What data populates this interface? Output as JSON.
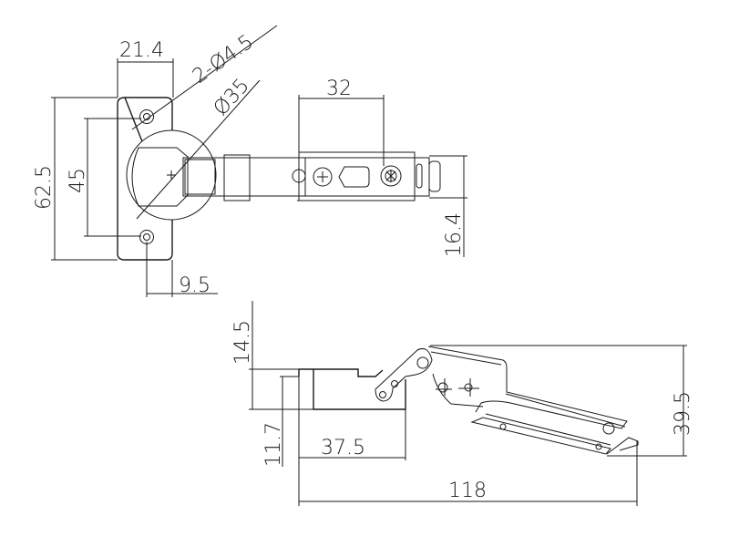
{
  "drawing": {
    "top_view": {
      "dim_width": "21.4",
      "dim_holes": "2-Ø4.5",
      "dim_cup": "Ø35",
      "dim_height": "62.5",
      "dim_hole_spacing": "45",
      "dim_offset": "9.5",
      "dim_plate_spacing": "32",
      "dim_arm_height": "16.4"
    },
    "side_view": {
      "dim_cup_depth": "14.5",
      "dim_cup_inner": "11.7",
      "dim_cup_length": "37.5",
      "dim_total_length": "118",
      "dim_total_height": "39.5"
    },
    "colors": {
      "line": "#1a1a1a",
      "background": "#ffffff"
    }
  }
}
